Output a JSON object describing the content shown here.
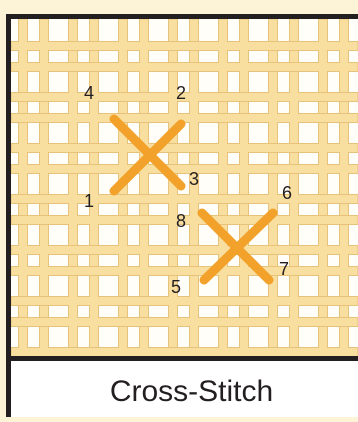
{
  "caption": "Cross-Stitch",
  "colors": {
    "page_background": "#fdf4d8",
    "canvas_thread": "#f8dfa0",
    "canvas_thread_edge": "#e7c27a",
    "stitch": "#f2a12a",
    "frame": "#231f20"
  },
  "stitch_labels": [
    "1",
    "2",
    "3",
    "4",
    "5",
    "6",
    "7",
    "8"
  ]
}
